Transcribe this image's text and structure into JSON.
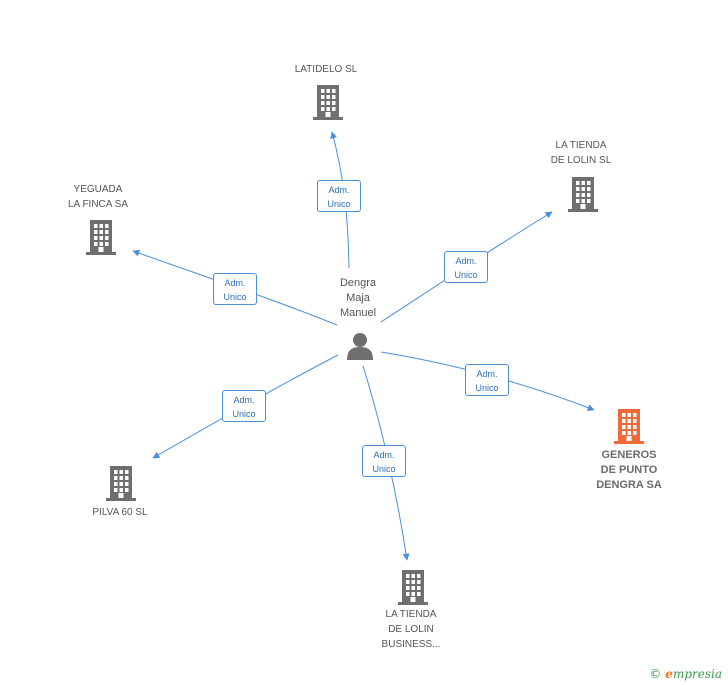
{
  "center": {
    "lines": [
      "Dengra",
      "Maja",
      "Manuel"
    ]
  },
  "edge_label": {
    "line1": "Adm.",
    "line2": "Unico"
  },
  "companies": [
    {
      "id": "latidelo",
      "lines": [
        "LATIDELO SL"
      ],
      "highlight": false
    },
    {
      "id": "tienda1",
      "lines": [
        "LA TIENDA",
        "DE LOLIN SL"
      ],
      "highlight": false
    },
    {
      "id": "yeguada",
      "lines": [
        "YEGUADA",
        "LA FINCA SA"
      ],
      "highlight": false
    },
    {
      "id": "generos",
      "lines": [
        "GENEROS",
        "DE PUNTO",
        "DENGRA SA"
      ],
      "highlight": true
    },
    {
      "id": "pilva",
      "lines": [
        "PILVA 60 SL"
      ],
      "highlight": false
    },
    {
      "id": "tienda2",
      "lines": [
        "LA TIENDA",
        "DE LOLIN",
        "BUSINESS..."
      ],
      "highlight": false
    }
  ],
  "colors": {
    "edge": "#4a90d9",
    "building": "#6f6f6f",
    "building_highlight": "#f26a3a",
    "person": "#6f6f6f"
  },
  "footer": {
    "copyright": "©",
    "brand_first": "e",
    "brand_rest": "mpresia"
  }
}
